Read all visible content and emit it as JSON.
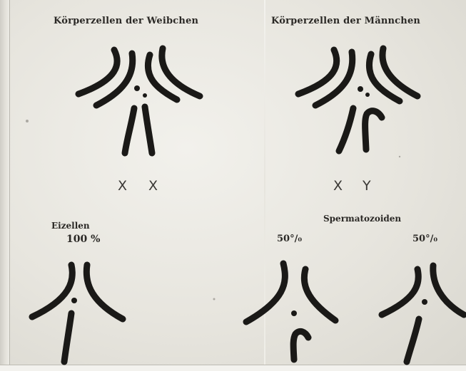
{
  "labels": {
    "female_cells": "Körperzellen der Weibchen",
    "male_cells": "Körperzellen der Männchen",
    "egg_cells": "Eizellen",
    "egg_percent": "100 %",
    "sperm": "Spermatozoiden",
    "sperm_percent_left": "50°/₀",
    "sperm_percent_right": "50°/₀"
  },
  "chromosomes": {
    "female": [
      "X",
      "X"
    ],
    "male": [
      "X",
      "Y"
    ]
  },
  "colors": {
    "ink": "#1a1917",
    "paper": "#e9e7e0"
  }
}
